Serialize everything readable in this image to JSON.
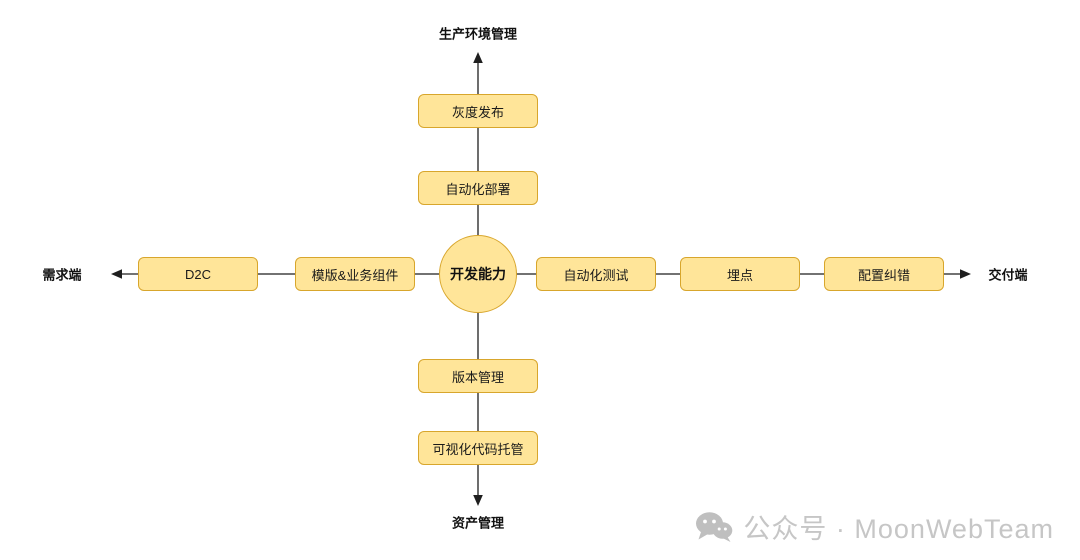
{
  "diagram": {
    "center": {
      "label": "开发能力"
    },
    "colors": {
      "node_fill": "#ffe599",
      "node_border": "#d8a62c",
      "line": "#1f1f1f"
    },
    "axes": {
      "top": {
        "end_label": "生产环境管理",
        "nodes": [
          {
            "label": "灰度发布"
          },
          {
            "label": "自动化部署"
          }
        ]
      },
      "bottom": {
        "end_label": "资产管理",
        "nodes": [
          {
            "label": "版本管理"
          },
          {
            "label": "可视化代码托管"
          }
        ]
      },
      "left": {
        "end_label": "需求端",
        "nodes": [
          {
            "label": "D2C"
          },
          {
            "label": "模版&业务组件"
          }
        ]
      },
      "right": {
        "end_label": "交付端",
        "nodes": [
          {
            "label": "自动化测试"
          },
          {
            "label": "埋点"
          },
          {
            "label": "配置纠错"
          }
        ]
      }
    }
  },
  "watermark": {
    "icon": "wechat-icon",
    "text": "公众号 · MoonWebTeam"
  }
}
